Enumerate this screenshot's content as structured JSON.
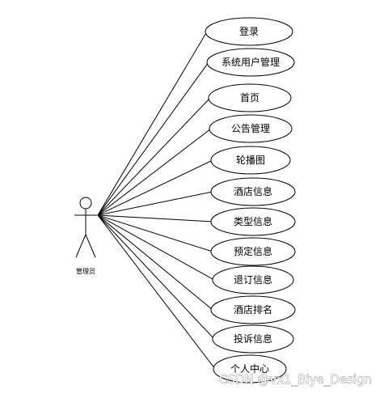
{
  "actor": {
    "label": "管理员"
  },
  "use_cases": [
    {
      "label": "登录"
    },
    {
      "label": "系统用户管理"
    },
    {
      "label": "首页"
    },
    {
      "label": "公告管理"
    },
    {
      "label": "轮播图"
    },
    {
      "label": "酒店信息"
    },
    {
      "label": "类型信息"
    },
    {
      "label": "预定信息"
    },
    {
      "label": "退订信息"
    },
    {
      "label": "酒店排名"
    },
    {
      "label": "投诉信息"
    },
    {
      "label": "个人中心"
    }
  ],
  "watermark": "CSDN @vx1_Biye_Design"
}
